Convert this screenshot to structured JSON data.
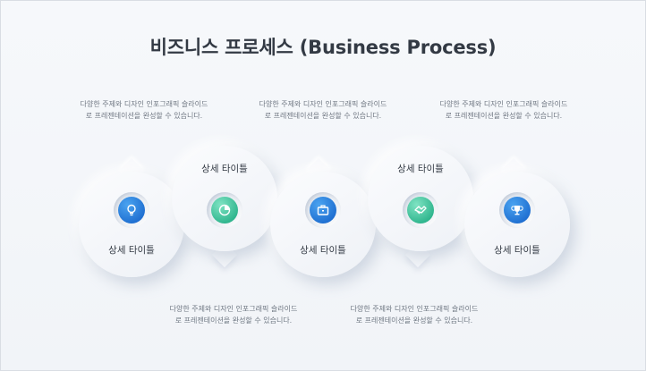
{
  "title": "비즈니스 프로세스 (Business Process)",
  "steps": [
    {
      "label": "상세 타이틀",
      "icon": "lightbulb-icon",
      "color": "#2a7be0",
      "desc_line1": "다양한 주제와 디자인 인포그래픽 슬라이드",
      "desc_line2": "로 프레젠테이션을 완성할 수 있습니다."
    },
    {
      "label": "상세 타이틀",
      "icon": "pie-chart-icon",
      "color": "#3cc29a",
      "desc_line1": "다양한 주제와 디자인 인포그래픽 슬라이드",
      "desc_line2": "로 프레젠테이션을 완성할 수 있습니다."
    },
    {
      "label": "상세 타이틀",
      "icon": "briefcase-icon",
      "color": "#2a7be0",
      "desc_line1": "다양한 주제와 디자인 인포그래픽 슬라이드",
      "desc_line2": "로 프레젠테이션을 완성할 수 있습니다."
    },
    {
      "label": "상세 타이틀",
      "icon": "handshake-icon",
      "color": "#3cc29a",
      "desc_line1": "다양한 주제와 디자인 인포그래픽 슬라이드",
      "desc_line2": "로 프레젠테이션을 완성할 수 있습니다."
    },
    {
      "label": "상세 타이틀",
      "icon": "trophy-icon",
      "color": "#2a7be0",
      "desc_line1": "다양한 주제와 디자인 인포그래픽 슬라이드",
      "desc_line2": "로 프레젠테이션을 완성할 수 있습니다."
    }
  ]
}
